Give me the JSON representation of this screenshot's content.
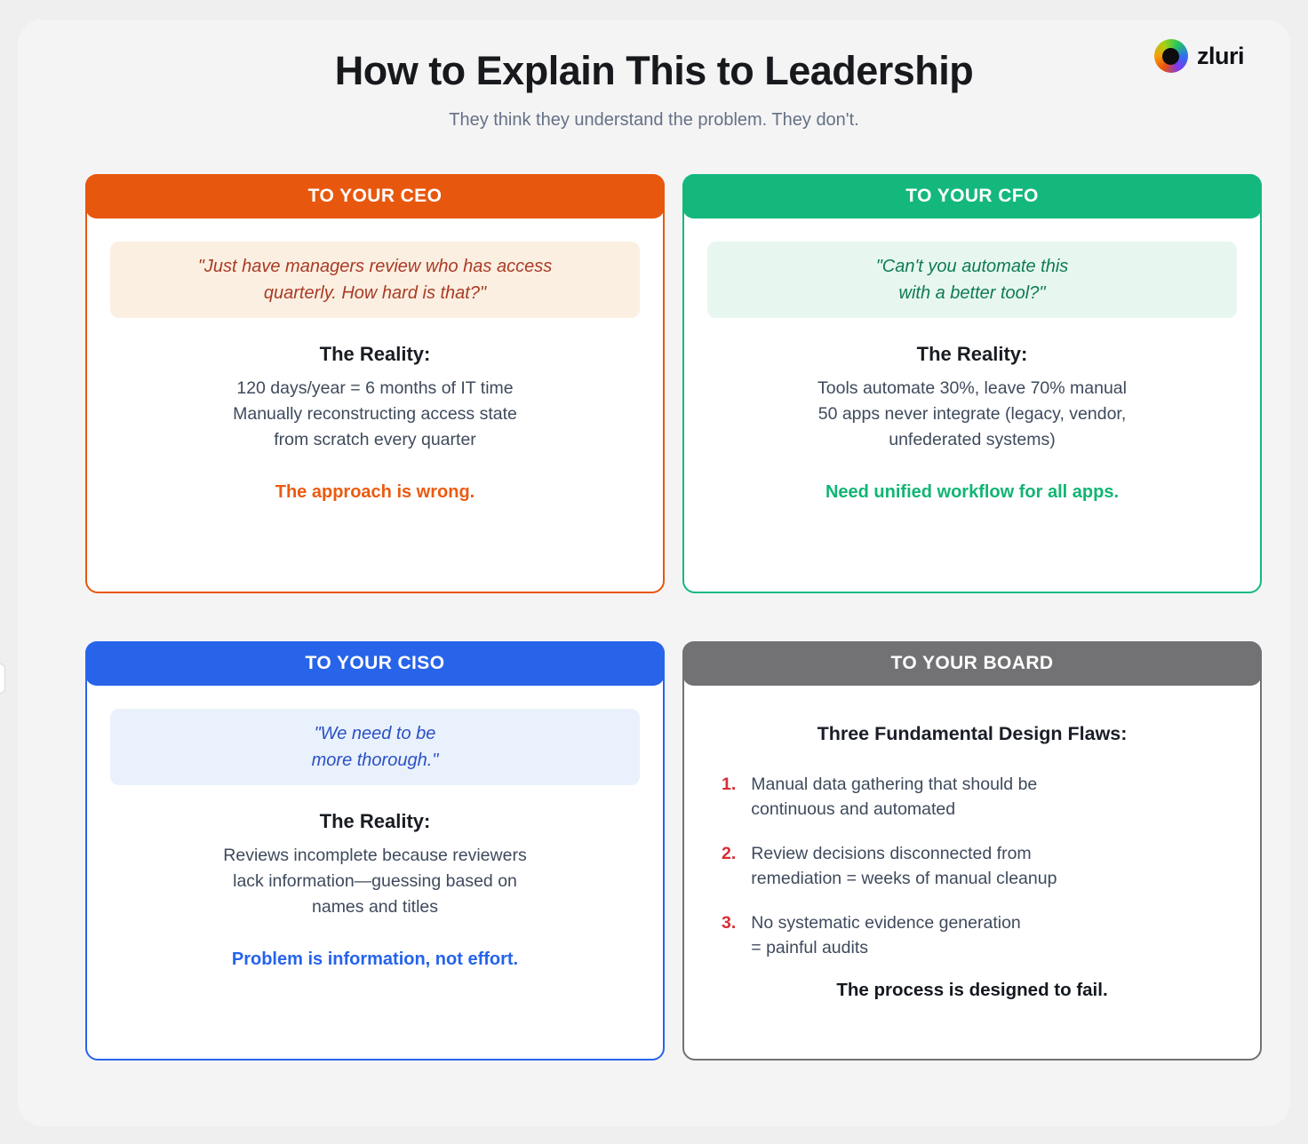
{
  "page": {
    "title": "How to Explain This to Leadership",
    "subtitle": "They think they understand the problem. They don't."
  },
  "logo": {
    "name": "zluri",
    "text": "zluri"
  },
  "cards": {
    "ceo": {
      "header": "TO YOUR CEO",
      "accent_color": "#E8570E",
      "quote_bg_color": "#FBEFE1",
      "quote_text_color": "#A93B26",
      "quote": "\"Just have managers review who has access\nquarterly. How hard is that?\"",
      "reality_label": "The Reality:",
      "reality": "120 days/year = 6 months of IT time\nManually reconstructing access state\nfrom scratch every quarter",
      "takeaway": "The approach is wrong.",
      "takeaway_color": "#EA5B10"
    },
    "cfo": {
      "header": "TO YOUR CFO",
      "accent_color": "#14B87D",
      "quote_bg_color": "#E7F7EF",
      "quote_text_color": "#0F7B55",
      "quote": "\"Can't you automate this\nwith a better tool?\"",
      "reality_label": "The Reality:",
      "reality": "Tools automate 30%, leave 70% manual\n50 apps never integrate (legacy, vendor,\nunfederated systems)",
      "takeaway": "Need unified workflow for all apps.",
      "takeaway_color": "#10B573"
    },
    "ciso": {
      "header": "TO YOUR CISO",
      "accent_color": "#2864EA",
      "quote_bg_color": "#E9F1FC",
      "quote_text_color": "#2B50C5",
      "quote": "\"We need to be\nmore thorough.\"",
      "reality_label": "The Reality:",
      "reality": "Reviews incomplete because reviewers\nlack information—guessing based on\nnames and titles",
      "takeaway": "Problem is information, not effort.",
      "takeaway_color": "#2563EB"
    },
    "board": {
      "header": "TO YOUR BOARD",
      "accent_color": "#727274",
      "heading": "Three Fundamental Design Flaws:",
      "number_color": "#D62E36",
      "items": [
        {
          "num": "1.",
          "text": "Manual data gathering that should be\ncontinuous and automated"
        },
        {
          "num": "2.",
          "text": "Review decisions disconnected from\nremediation = weeks of manual cleanup"
        },
        {
          "num": "3.",
          "text": "No systematic evidence generation\n= painful audits"
        }
      ],
      "takeaway": "The process is designed to fail."
    }
  }
}
